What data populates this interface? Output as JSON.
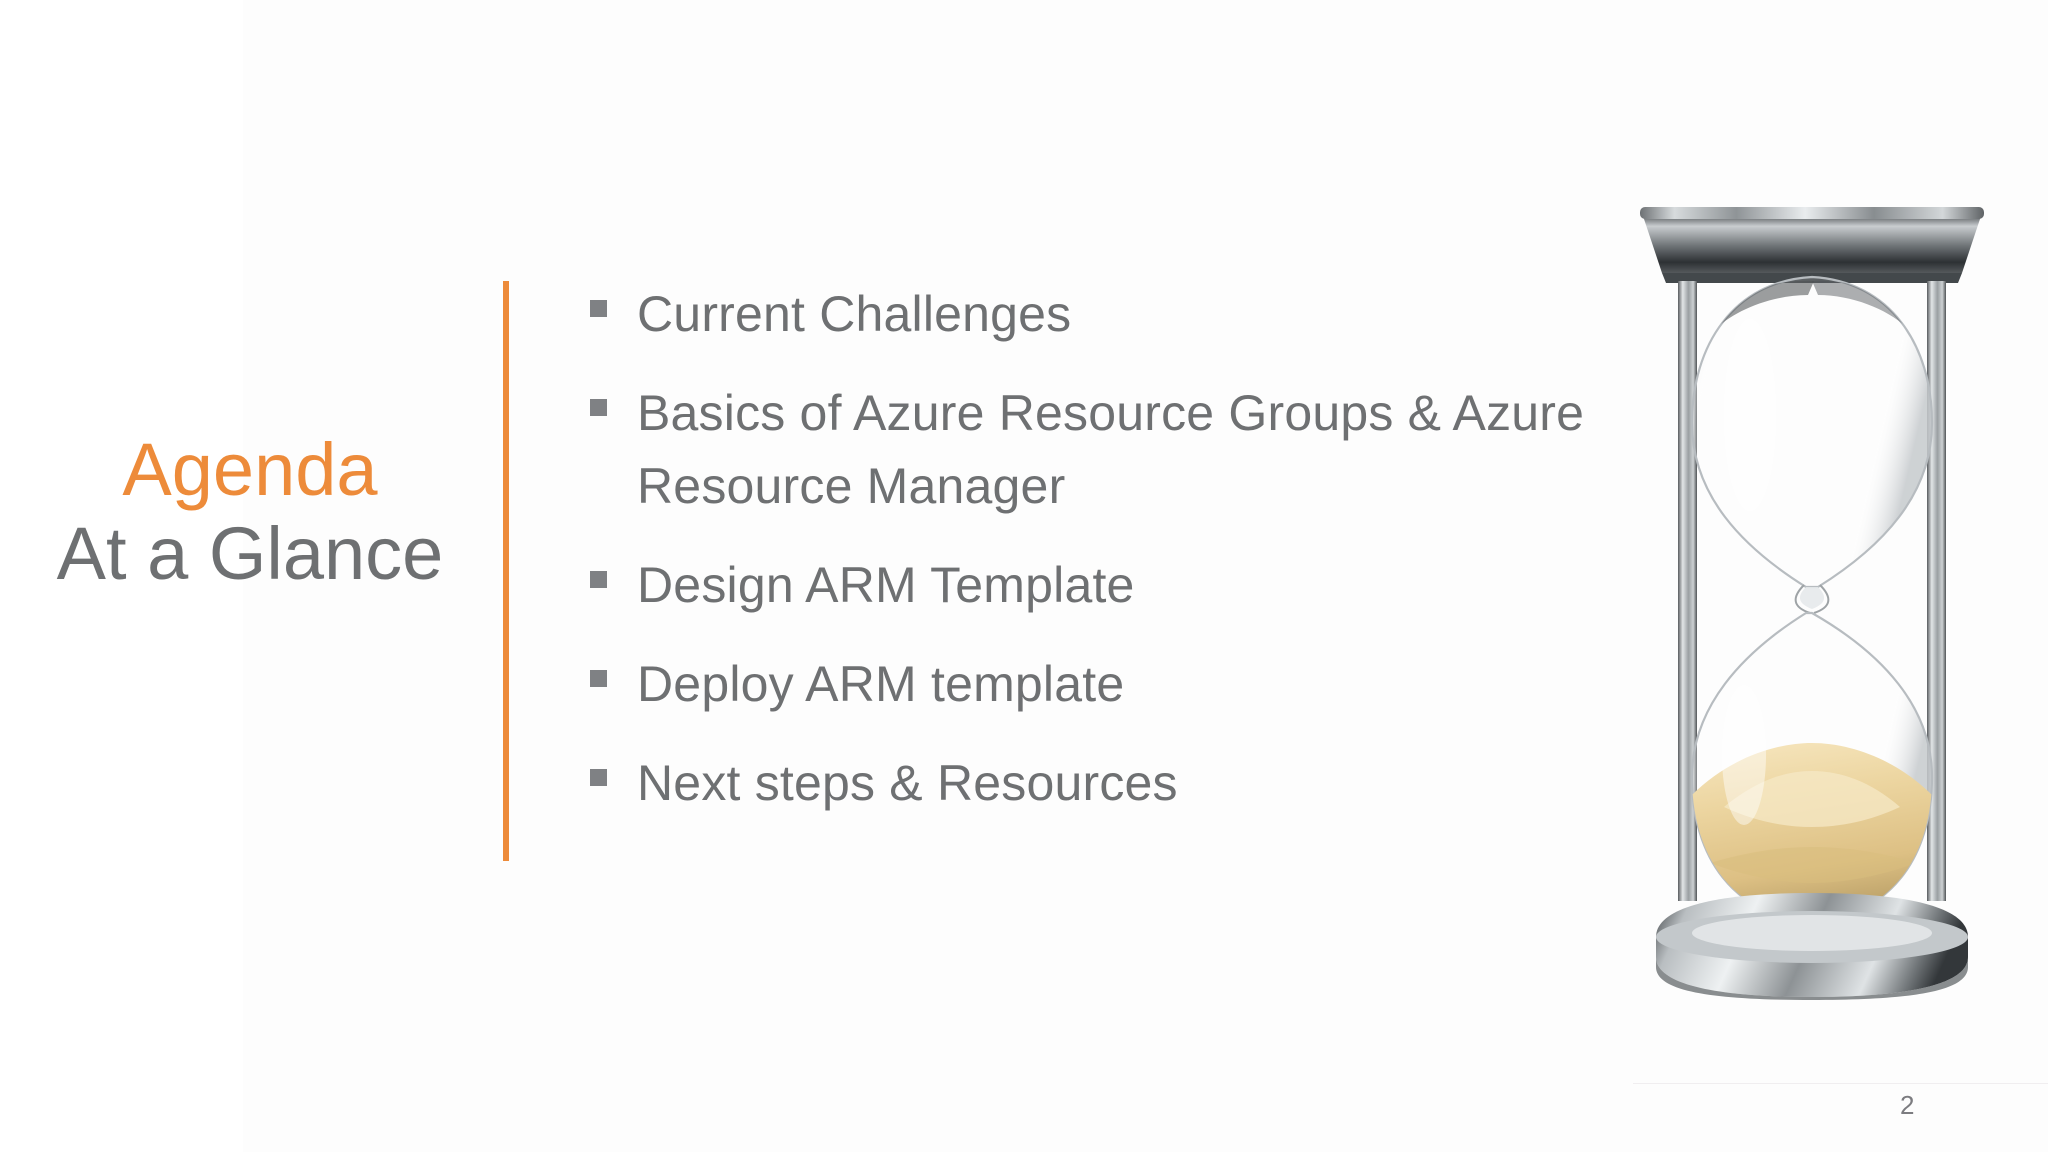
{
  "slide": {
    "title_main": "Agenda",
    "title_sub": "At a Glance",
    "page_number": "2",
    "accent_color": "#ED8B3A",
    "body_text_color": "#6E7072",
    "bullet_marker_color": "#7F8184",
    "background_color": "#FFFFFF"
  },
  "bullets": [
    {
      "text": "Current Challenges"
    },
    {
      "text": "Basics of Azure Resource Groups & Azure Resource Manager"
    },
    {
      "text": "Design ARM Template"
    },
    {
      "text": "Deploy ARM template"
    },
    {
      "text": "Next steps & Resources"
    }
  ],
  "illustration": {
    "name": "hourglass",
    "frame_color": "#9aa0a3",
    "sand_color": "#e8cf9a",
    "glass_color": "#fbfbfc"
  }
}
